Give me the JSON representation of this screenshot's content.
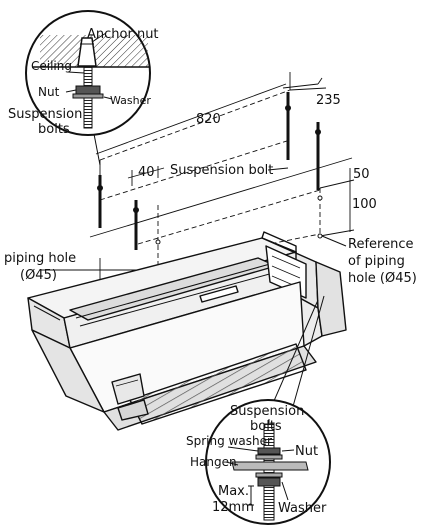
{
  "top_callout": {
    "anchor_nut": "Anchor nut",
    "ceiling": "Ceiling",
    "nut": "Nut",
    "washer": "Washer",
    "suspension_bolts_1": "Suspension",
    "suspension_bolts_2": "bolts"
  },
  "dimensions": {
    "d820": "820",
    "d235": "235",
    "d40": "40",
    "d50": "50",
    "d100": "100"
  },
  "labels": {
    "suspension_bolt": "Suspension bolt",
    "piping_hole_1": "piping hole",
    "piping_hole_2": "(Ø45)",
    "ref_piping_1": "Reference",
    "ref_piping_2": "of piping",
    "ref_piping_3": "hole (Ø45)"
  },
  "bottom_callout": {
    "suspension_bolts_1": "Suspension",
    "suspension_bolts_2": "bolts",
    "spring_washer": "Spring washer",
    "nut": "Nut",
    "hangen": "Hangen",
    "max_1": "Max.",
    "max_2": "12mm",
    "washer": "Washer"
  }
}
